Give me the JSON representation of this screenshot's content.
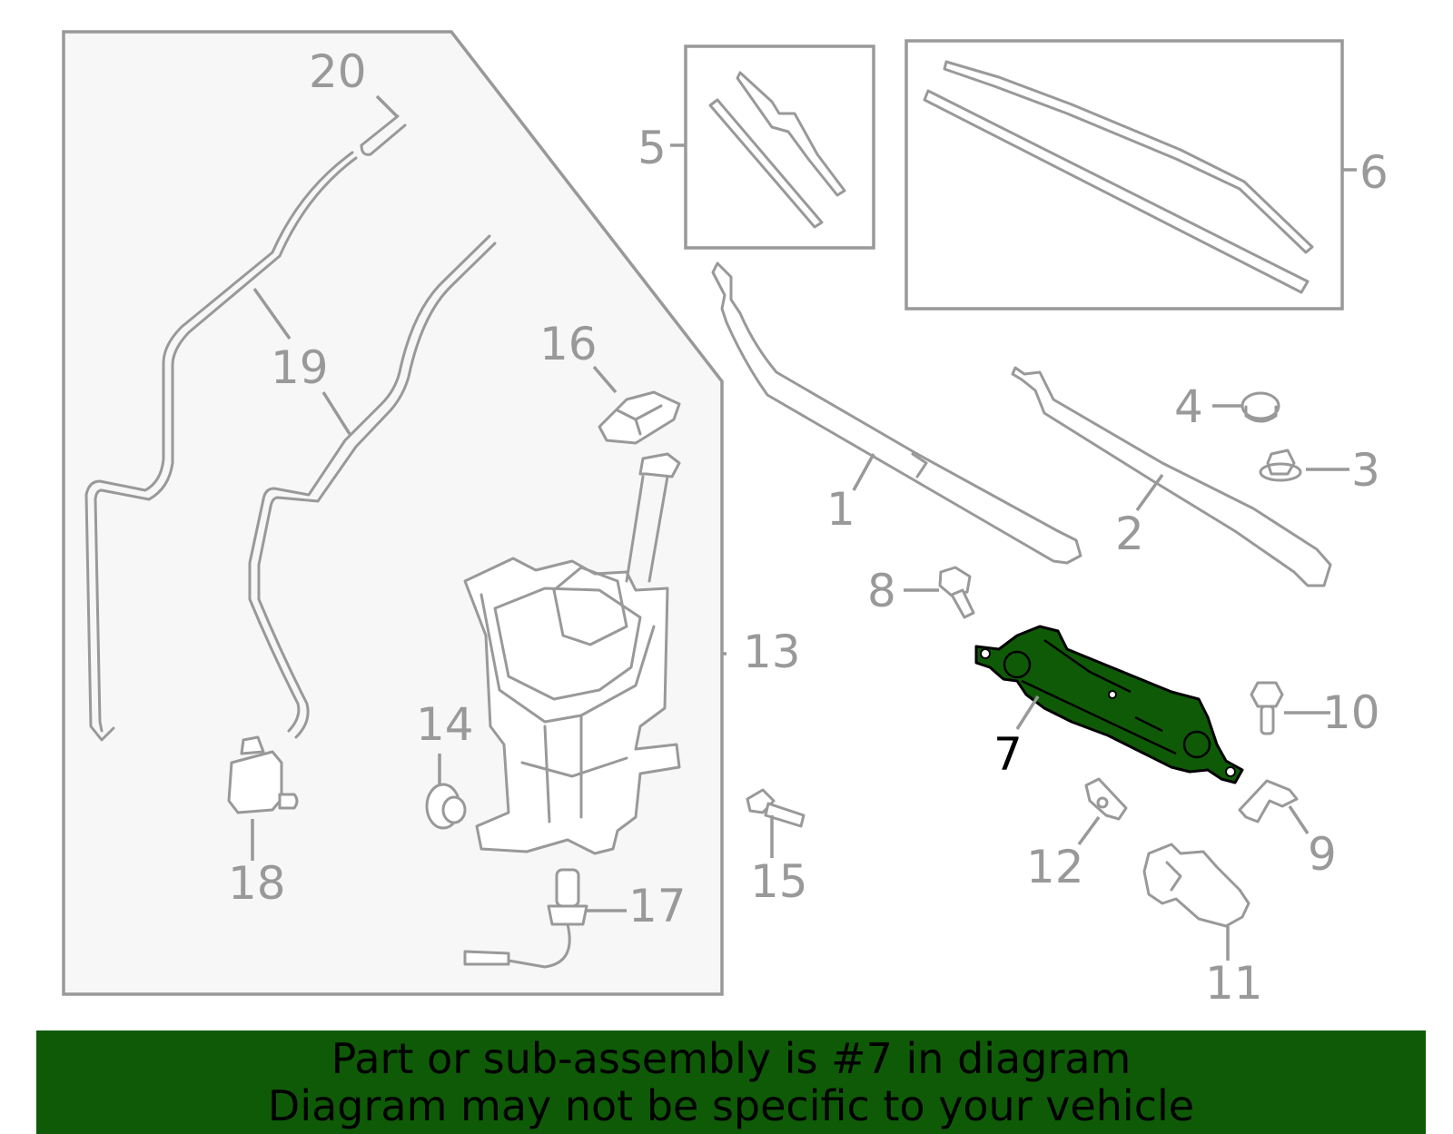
{
  "diagram": {
    "callouts": {
      "c1": "1",
      "c2": "2",
      "c3": "3",
      "c4": "4",
      "c5": "5",
      "c6": "6",
      "c7": "7",
      "c8": "8",
      "c9": "9",
      "c10": "10",
      "c11": "11",
      "c12": "12",
      "c13": "13",
      "c14": "14",
      "c15": "15",
      "c16": "16",
      "c17": "17",
      "c18": "18",
      "c19a": "19",
      "c20": "20"
    },
    "highlighted_part": "7",
    "colors": {
      "highlight": "#0f5a07",
      "line": "#999999",
      "panel": "#f7f7f7"
    }
  },
  "banner": {
    "line1": "Part or sub-assembly is #7 in diagram",
    "line2": "Diagram may not be specific to your vehicle"
  }
}
